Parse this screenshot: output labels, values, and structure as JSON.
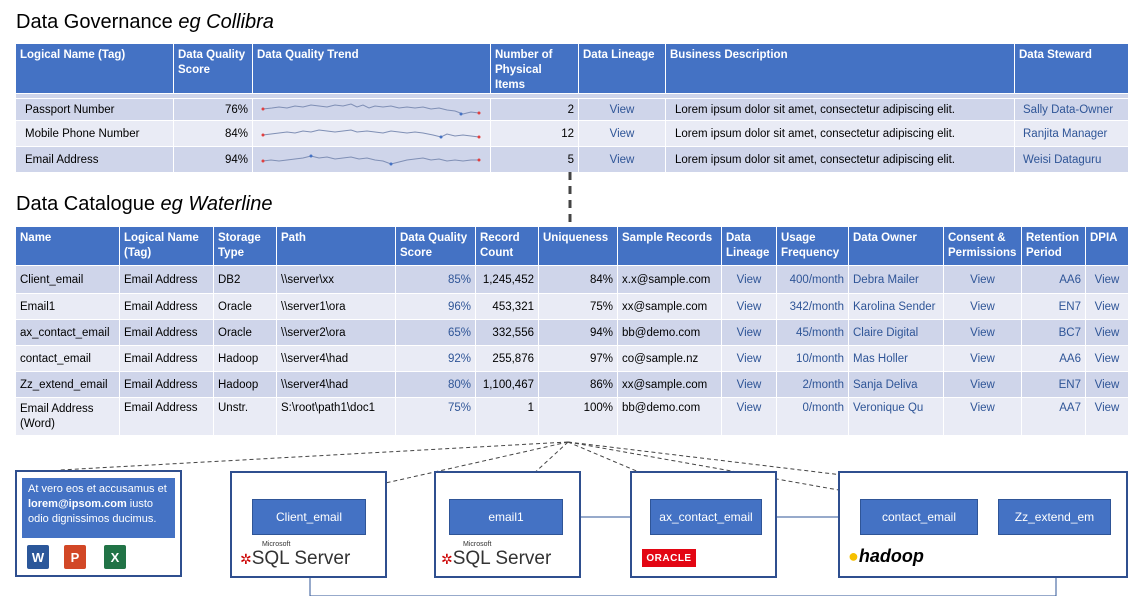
{
  "governance": {
    "title_main": "Data Governance ",
    "title_tool": "eg Collibra",
    "headers": [
      "Logical Name (Tag)",
      "Data Quality Score",
      "Data Quality Trend",
      "Number of Physical Items",
      "Data Lineage",
      "Business Description",
      "Data Steward"
    ],
    "rows": [
      {
        "name": "Passport Number",
        "score": "76%",
        "count": "2",
        "lineage": "View",
        "description": "Lorem  ipsum dolor sit amet, consectetur adipiscing elit.",
        "steward": "Sally Data-Owner"
      },
      {
        "name": "Mobile Phone Number",
        "score": "84%",
        "count": "12",
        "lineage": "View",
        "description": "Lorem  ipsum dolor sit amet, consectetur adipiscing elit.",
        "steward": "Ranjita Manager"
      },
      {
        "name": "Email Address",
        "score": "94%",
        "count": "5",
        "lineage": "View",
        "description": "Lorem  ipsum dolor sit amet, consectetur adipiscing elit.",
        "steward": "Weisi Dataguru"
      }
    ]
  },
  "catalogue": {
    "title_main": "Data Catalogue ",
    "title_tool": "eg Waterline",
    "headers": [
      "Name",
      "Logical Name (Tag)",
      "Storage Type",
      "Path",
      "Data Quality Score",
      "Record Count",
      "Uniqueness",
      "Sample Records",
      "Data Lineage",
      "Usage Frequency",
      "Data Owner",
      "Consent & Permissions",
      "Retention Period",
      "DPIA"
    ],
    "rows": [
      {
        "name": "Client_email",
        "tag": "Email Address",
        "storage": "DB2",
        "path": "\\\\server\\xx",
        "score": "85%",
        "records": "1,245,452",
        "uniq": "84%",
        "sample": "x.x@sample.com",
        "lineage": "View",
        "usage": "400/month",
        "owner": "Debra Mailer",
        "consent": "View",
        "retention": "AA6",
        "dpia": "View"
      },
      {
        "name": "Email1",
        "tag": "Email Address",
        "storage": "Oracle",
        "path": "\\\\server1\\ora",
        "score": "96%",
        "records": "453,321",
        "uniq": "75%",
        "sample": "xx@sample.com",
        "lineage": "View",
        "usage": "342/month",
        "owner": "Karolina Sender",
        "consent": "View",
        "retention": "EN7",
        "dpia": "View"
      },
      {
        "name": "ax_contact_email",
        "tag": "Email Address",
        "storage": "Oracle",
        "path": "\\\\server2\\ora",
        "score": "65%",
        "records": "332,556",
        "uniq": "94%",
        "sample": "bb@demo.com",
        "lineage": "View",
        "usage": "45/month",
        "owner": "Claire Digital",
        "consent": "View",
        "retention": "BC7",
        "dpia": "View"
      },
      {
        "name": "contact_email",
        "tag": "Email Address",
        "storage": "Hadoop",
        "path": "\\\\server4\\had",
        "score": "92%",
        "records": "255,876",
        "uniq": "97%",
        "sample": "co@sample.nz",
        "lineage": "View",
        "usage": "10/month",
        "owner": "Mas Holler",
        "consent": "View",
        "retention": "AA6",
        "dpia": "View"
      },
      {
        "name": "Zz_extend_email",
        "tag": "Email Address",
        "storage": "Hadoop",
        "path": "\\\\server4\\had",
        "score": "80%",
        "records": "1,100,467",
        "uniq": "86%",
        "sample": "xx@sample.com",
        "lineage": "View",
        "usage": "2/month",
        "owner": "Sanja Deliva",
        "consent": "View",
        "retention": "EN7",
        "dpia": "View"
      },
      {
        "name": "Email Address (Word)",
        "tag": "Email Address",
        "storage": "Unstr.",
        "path": "S:\\root\\path1\\doc1",
        "score": "75%",
        "records": "1",
        "uniq": "100%",
        "sample": "bb@demo.com",
        "lineage": "View",
        "usage": "0/month",
        "owner": "Veronique Qu",
        "consent": "View",
        "retention": "AA7",
        "dpia": "View"
      }
    ]
  },
  "lineage": {
    "note_line1": "At vero eos et accusamus et",
    "note_bold": "lorem@ipsom.com",
    "note_line2_rest": " iusto",
    "note_line3": "odio dignissimos ducimus.",
    "nodes": [
      "Client_email",
      "email1",
      "ax_contact_email",
      "contact_email",
      "Zz_extend_em"
    ],
    "sql_label": "SQL Server",
    "sql_microsoft": "Microsoft",
    "oracle_label": "ORACLE",
    "hadoop_label": "hadoop",
    "app_icons": [
      "W",
      "P",
      "X"
    ]
  },
  "colors": {
    "header_blue": "#4472c4",
    "row_dark": "#cfd5ea",
    "row_light": "#e9ebf5",
    "link": "#2f5597"
  }
}
